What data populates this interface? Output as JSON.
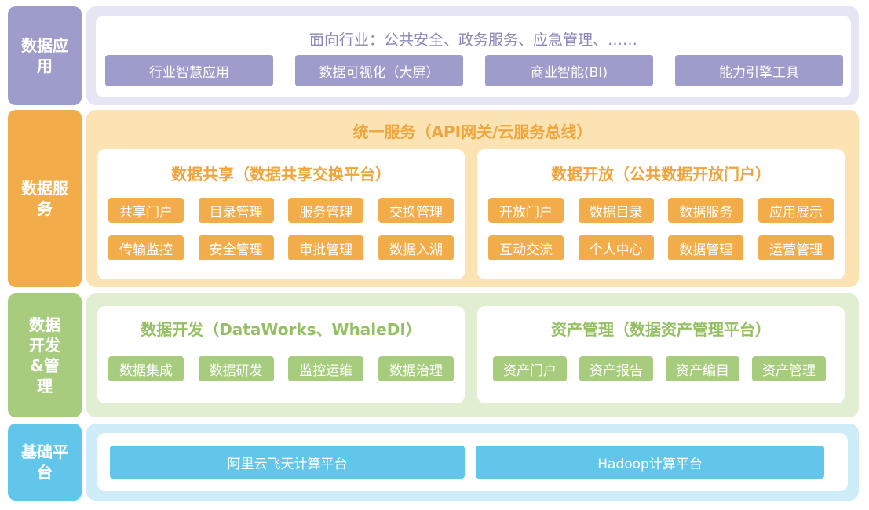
{
  "colors": {
    "app": "#9e9ccb",
    "app_band": "#e6e5f3",
    "app_btn": "#9e9ccb",
    "app_title": "#8a88b8",
    "service": "#f2ad4a",
    "service_band": "#fbe3b4",
    "service_btn": "#f2ad4a",
    "service_title": "#f0a43c",
    "dev": "#a7cc7e",
    "dev_band": "#e2eed2",
    "dev_btn": "#a7cc7e",
    "dev_title": "#94c063",
    "base": "#62c6ea",
    "base_band": "#cfedf8",
    "base_btn": "#62c6ea"
  },
  "layers": {
    "app": {
      "label": "数据应用",
      "title": "面向行业：公共安全、政务服务、应急管理、……",
      "buttons": [
        "行业智慧应用",
        "数据可视化（大屏）",
        "商业智能(BI)",
        "能力引擎工具"
      ]
    },
    "service": {
      "label": "数据服务",
      "title": "统一服务（API网关/云服务总线）",
      "left": {
        "title": "数据共享（数据共享交换平台）",
        "buttons": [
          "共享门户",
          "目录管理",
          "服务管理",
          "交换管理",
          "传输监控",
          "安全管理",
          "审批管理",
          "数据入湖"
        ]
      },
      "right": {
        "title": "数据开放（公共数据开放门户）",
        "buttons": [
          "开放门户",
          "数据目录",
          "数据服务",
          "应用展示",
          "互动交流",
          "个人中心",
          "数据管理",
          "运营管理"
        ]
      }
    },
    "dev": {
      "label": "数据开发&管理",
      "left": {
        "title": "数据开发（DataWorks、WhaleDI）",
        "buttons": [
          "数据集成",
          "数据研发",
          "监控运维",
          "数据治理"
        ]
      },
      "right": {
        "title": "资产管理（数据资产管理平台）",
        "buttons": [
          "资产门户",
          "资产报告",
          "资产编目",
          "资产管理"
        ]
      }
    },
    "base": {
      "label": "基础平台",
      "buttons": [
        "阿里云飞天计算平台",
        "Hadoop计算平台"
      ]
    }
  }
}
